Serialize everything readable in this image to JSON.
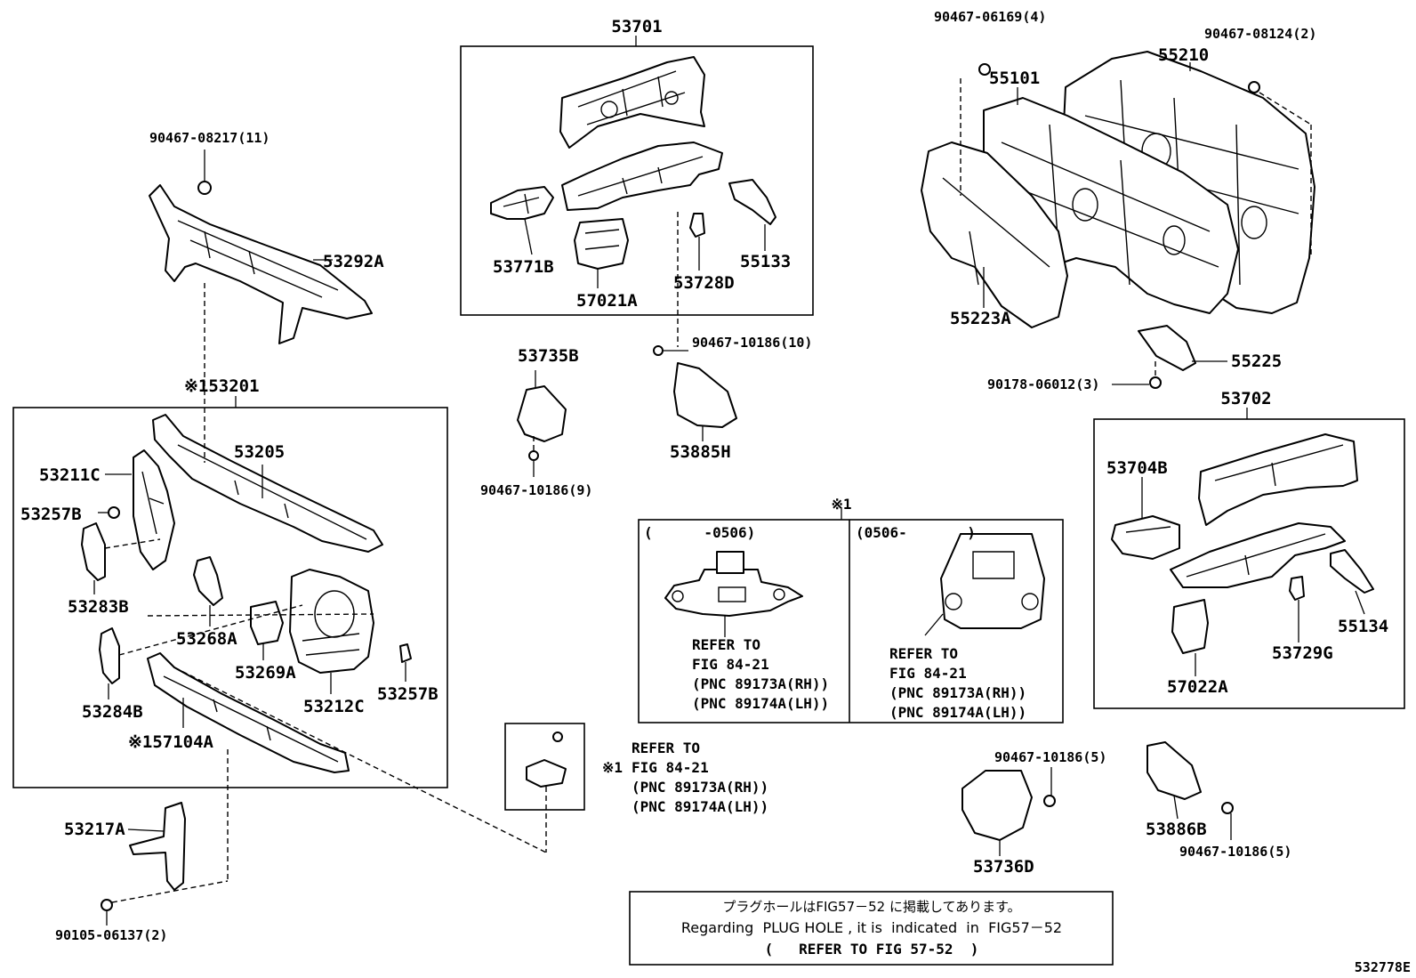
{
  "diagram_id": "532778E",
  "labels": {
    "p53701": "53701",
    "p53771B": "53771B",
    "p57021A": "57021A",
    "p53728D": "53728D",
    "p55133": "55133",
    "p53292A": "53292A",
    "p90467_08217": "90467-08217(11)",
    "p53201": "※153201",
    "p53205": "53205",
    "p53211C": "53211C",
    "p53257B_left": "53257B",
    "p53283B": "53283B",
    "p53268A": "53268A",
    "p53269A": "53269A",
    "p53212C": "53212C",
    "p53257B_right": "53257B",
    "p53284B": "53284B",
    "p57104A": "※157104A",
    "p53217A": "53217A",
    "p90105_06137": "90105-06137(2)",
    "p53735B": "53735B",
    "p90467_10186_9": "90467-10186(9)",
    "p90467_10186_10": "90467-10186(10)",
    "p53885H": "53885H",
    "p90467_06169": "90467-06169(4)",
    "p55101": "55101",
    "p55210": "55210",
    "p90467_08124": "90467-08124(2)",
    "p55223A": "55223A",
    "p55225": "55225",
    "p90178_06012": "90178-06012(3)",
    "p53702": "53702",
    "p53704B": "53704B",
    "p57022A": "57022A",
    "p53729G": "53729G",
    "p55134": "55134",
    "p90467_10186_5a": "90467-10186(5)",
    "p53736D": "53736D",
    "p53886B": "53886B",
    "p90467_10186_5b": "90467-10186(5)"
  },
  "detail_box": {
    "mark": "※1",
    "left_header": "(      -0506)",
    "right_header": "(0506-       )",
    "refer_to": "REFER TO",
    "fig": "FIG 84-21",
    "pnc_rh": "(PNC 89173A(RH))",
    "pnc_lh": "(PNC 89174A(LH))"
  },
  "small_ref": {
    "mark": "※1",
    "refer_to": "REFER TO",
    "fig": "FIG 84-21",
    "pnc_rh": "(PNC 89173A(RH))",
    "pnc_lh": "(PNC 89174A(LH))"
  },
  "note": {
    "jp": "プラグホールはFIG57－52 に掲載してあります。",
    "en": "Regarding  PLUG HOLE , it is  indicated  in  FIG57－52",
    "ref": "(   REFER TO FIG 57-52  )"
  }
}
